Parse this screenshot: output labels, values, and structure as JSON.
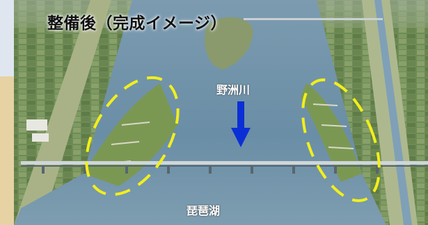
{
  "title": "整備後（完成イメージ）",
  "labels": {
    "river": "野洲川",
    "lake": "琵琶湖"
  },
  "colors": {
    "highlight_ellipse": "#f2ef1a",
    "flow_arrow": "#0b2fd6",
    "water": "#6f95ad",
    "vegetation": "#7d9a5c"
  },
  "icons": {
    "flow_arrow": "down-arrow-icon"
  }
}
